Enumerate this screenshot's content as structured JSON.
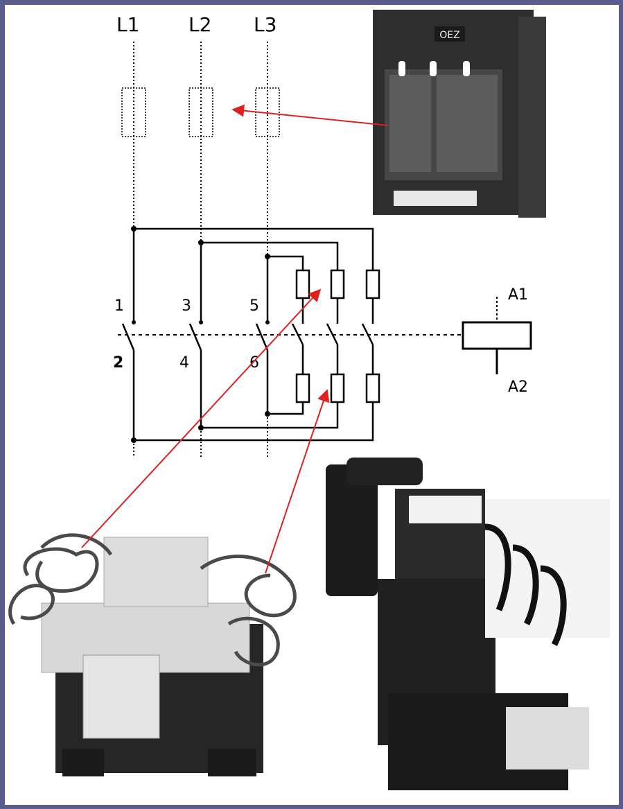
{
  "phases": {
    "l1": "L1",
    "l2": "L2",
    "l3": "L3"
  },
  "terminals": {
    "t1": "1",
    "t2": "2",
    "t3": "3",
    "t4": "4",
    "t5": "5",
    "t6": "6"
  },
  "coil": {
    "a1": "A1",
    "a2": "A2"
  },
  "fuse_holder": {
    "brand": "OEZ"
  },
  "colors": {
    "frame": "#5b5b8e",
    "arrow": "#e02020",
    "line": "#000000"
  }
}
